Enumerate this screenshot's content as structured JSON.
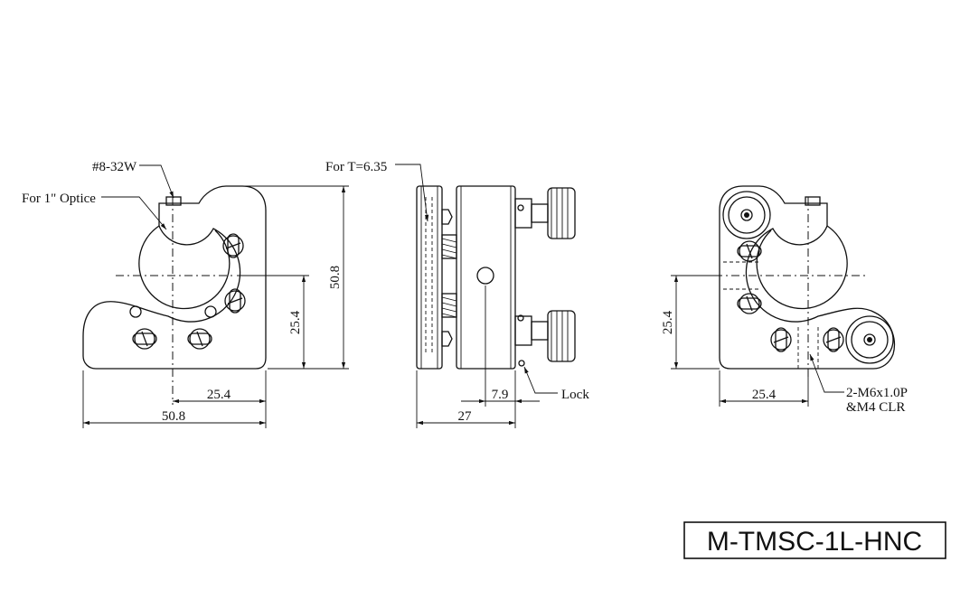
{
  "model": "M-TMSC-1L-HNC",
  "front_view": {
    "thread_callout": "#8-32W",
    "optic_callout": "For 1\" Optice",
    "dim_height": "50.8",
    "dim_center_height": "25.4",
    "dim_center_width": "25.4",
    "dim_width": "50.8"
  },
  "side_view": {
    "thickness_callout": "For T=6.35",
    "dim_lock_offset": "7.9",
    "dim_depth": "27",
    "lock_callout": "Lock"
  },
  "back_view": {
    "dim_center_height": "25.4",
    "dim_center_width": "25.4",
    "mount_callout_line1": "2-M6x1.0P",
    "mount_callout_line2": "&M4 CLR"
  }
}
